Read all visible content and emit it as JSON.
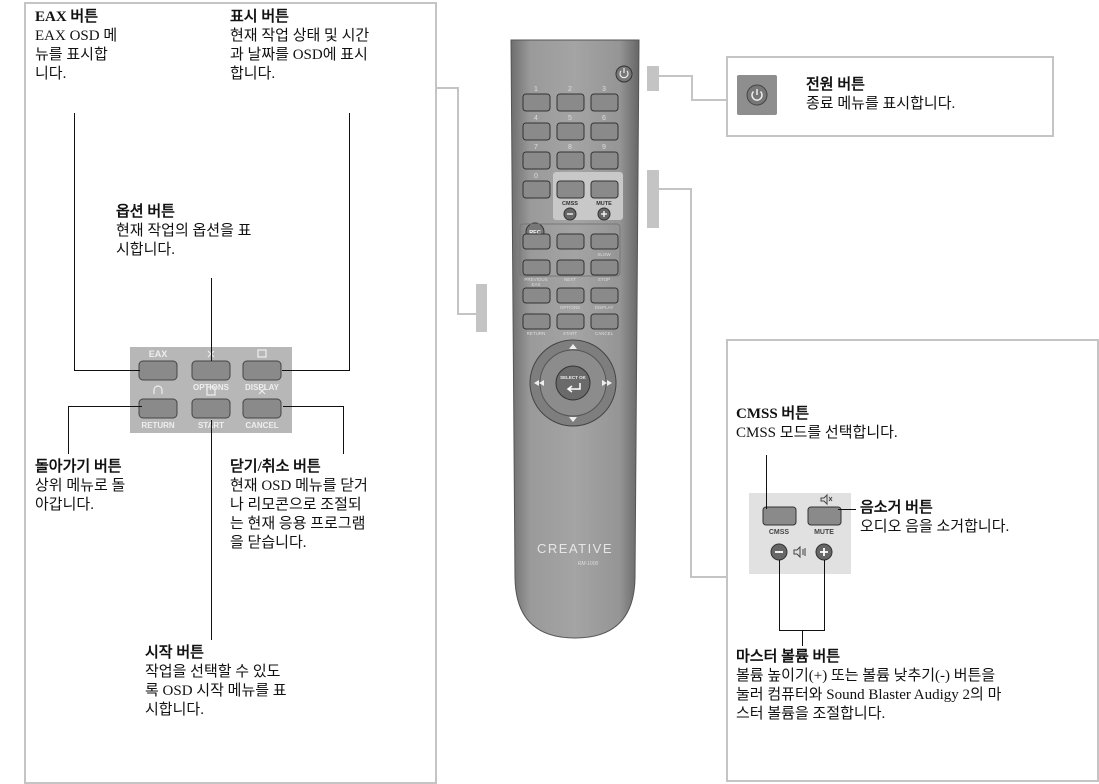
{
  "remote": {
    "keys": [
      "1",
      "2",
      "3",
      "4",
      "5",
      "6",
      "7",
      "8",
      "9",
      "0"
    ],
    "cmss": "CMSS",
    "mute": "MUTE",
    "rec": "REC",
    "transport_labels": [
      "PREVIOUS",
      "NEXT",
      "STOP",
      "SLOW"
    ],
    "bottom_labels": [
      "EAX",
      "OPTIONS",
      "DISPLAY",
      "RETURN",
      "START",
      "CANCEL"
    ],
    "select_ok": "SELECT OK",
    "brand": "CREATIVE",
    "model": "RM-1000"
  },
  "mini_panel": {
    "eax": "EAX",
    "options": "OPTIONS",
    "display": "DISPLAY",
    "return": "RETURN",
    "start": "START",
    "cancel": "CANCEL"
  },
  "mini_cmss": {
    "cmss": "CMSS",
    "mute": "MUTE"
  },
  "callouts": {
    "eax": {
      "title": "EAX 버튼",
      "desc": [
        "EAX OSD 메",
        "뉴를 표시합",
        "니다."
      ]
    },
    "display": {
      "title": "표시 버튼",
      "desc": [
        "현재 작업 상태 및 시간",
        "과 날짜를 OSD에 표시",
        "합니다."
      ]
    },
    "options": {
      "title": "옵션 버튼",
      "desc": [
        "현재 작업의 옵션을 표",
        "시합니다."
      ]
    },
    "return": {
      "title": "돌아가기 버튼",
      "desc": [
        "상위 메뉴로 돌",
        "아갑니다."
      ]
    },
    "cancel": {
      "title": "닫기/취소 버튼",
      "desc": [
        "현재 OSD 메뉴를 닫거",
        "나 리모콘으로 조절되",
        "는 현재 응용 프로그램",
        "을 닫습니다."
      ]
    },
    "start": {
      "title": "시작 버튼",
      "desc": [
        "작업을 선택할 수 있도",
        "록 OSD 시작 메뉴를 표",
        "시합니다."
      ]
    },
    "power": {
      "title": "전원 버튼",
      "desc": [
        "종료 메뉴를 표시합니다."
      ]
    },
    "cmss": {
      "title": "CMSS 버튼",
      "desc": [
        "CMSS 모드를 선택합니다."
      ]
    },
    "mute": {
      "title": "음소거 버튼",
      "desc": [
        "오디오 음을 소거합니다."
      ]
    },
    "volume": {
      "title": "마스터 볼륨 버튼",
      "desc": [
        "볼륨 높이기(+) 또는 볼륨 낮추기(-) 버튼을",
        "눌러 컴퓨터와 Sound Blaster Audigy 2의 마",
        "스터 볼륨을 조절합니다."
      ]
    }
  },
  "colors": {
    "frame": "#c4c4c4",
    "remote": "#8e8e8e",
    "button": "#8a8a8a",
    "panel": "#b7b7b7",
    "line": "#111111"
  }
}
